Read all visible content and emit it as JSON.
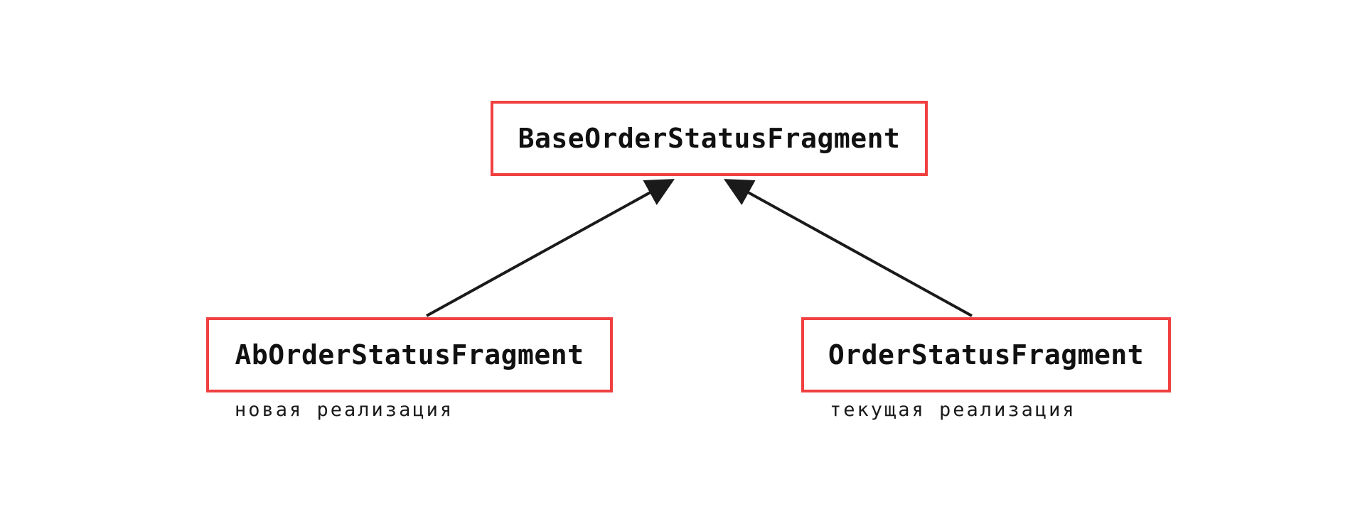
{
  "diagram": {
    "nodes": {
      "base": {
        "label": "BaseOrderStatusFragment"
      },
      "ab": {
        "label": "AbOrderStatusFragment",
        "caption": "новая реализация"
      },
      "current": {
        "label": "OrderStatusFragment",
        "caption": "текущая реализация"
      }
    },
    "edges": [
      {
        "from": "ab",
        "to": "base",
        "kind": "inheritance-arrow"
      },
      {
        "from": "current",
        "to": "base",
        "kind": "inheritance-arrow"
      }
    ],
    "colors": {
      "node_border": "#f04040",
      "edge": "#1a1a1a",
      "text": "#111111",
      "background": "#ffffff"
    }
  }
}
